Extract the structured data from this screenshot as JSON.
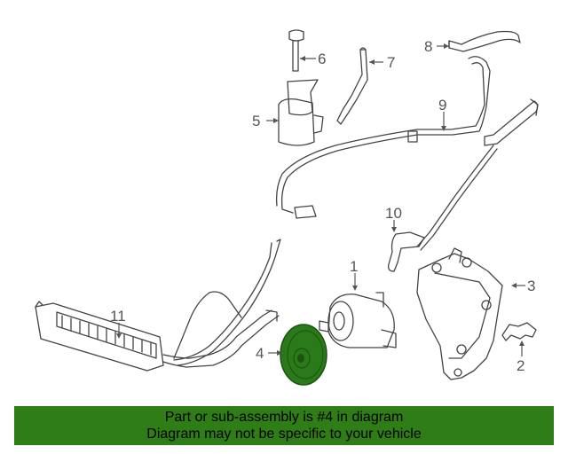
{
  "callouts": {
    "c1": "1",
    "c2": "2",
    "c3": "3",
    "c4": "4",
    "c5": "5",
    "c6": "6",
    "c7": "7",
    "c8": "8",
    "c9": "9",
    "c10": "10",
    "c11": "11"
  },
  "highlight_part": {
    "name": "pulley",
    "color": "#2a7a1a"
  },
  "banner": {
    "line1": "Part or sub-assembly is #4 in diagram",
    "line2": "Diagram may not be specific to your vehicle",
    "color": "#2f7d16"
  }
}
